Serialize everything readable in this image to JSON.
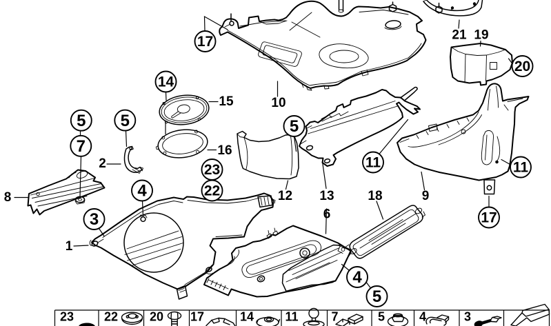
{
  "diagram": {
    "balloons": [
      {
        "num": "17"
      },
      {
        "num": "14"
      },
      {
        "num": "5"
      },
      {
        "num": "7"
      },
      {
        "num": "5"
      },
      {
        "num": "23"
      },
      {
        "num": "22"
      },
      {
        "num": "4"
      },
      {
        "num": "3"
      },
      {
        "num": "5"
      },
      {
        "num": "11"
      },
      {
        "num": "20"
      },
      {
        "num": "11"
      },
      {
        "num": "17"
      },
      {
        "num": "4"
      },
      {
        "num": "5"
      }
    ],
    "labels": [
      {
        "num": "10"
      },
      {
        "num": "21"
      },
      {
        "num": "19"
      },
      {
        "num": "15"
      },
      {
        "num": "16"
      },
      {
        "num": "2"
      },
      {
        "num": "8"
      },
      {
        "num": "1"
      },
      {
        "num": "12"
      },
      {
        "num": "13"
      },
      {
        "num": "18"
      },
      {
        "num": "9"
      },
      {
        "num": "6"
      }
    ]
  },
  "legend": {
    "items": [
      {
        "num": "23",
        "icon": "plastic-nut-icon"
      },
      {
        "num": "22",
        "icon": "oval-grommet-icon"
      },
      {
        "num": "20",
        "icon": "hex-bolt-icon"
      },
      {
        "num": "17",
        "icon": "clamp-clip-icon"
      },
      {
        "num": "14",
        "icon": "grommet-nut-icon"
      },
      {
        "num": "11",
        "icon": "expansion-rivet-icon"
      },
      {
        "num": "7",
        "icon": "bracket-clip-icon"
      },
      {
        "num": "5",
        "icon": "push-nut-icon"
      },
      {
        "num": "4",
        "icon": "spring-clip-icon"
      },
      {
        "num": "3",
        "icon": "screw-clip-icon"
      }
    ],
    "more_icon": "continuation-arrow-icon"
  },
  "colors": {
    "background": "#ffffff",
    "line": "#000000"
  }
}
